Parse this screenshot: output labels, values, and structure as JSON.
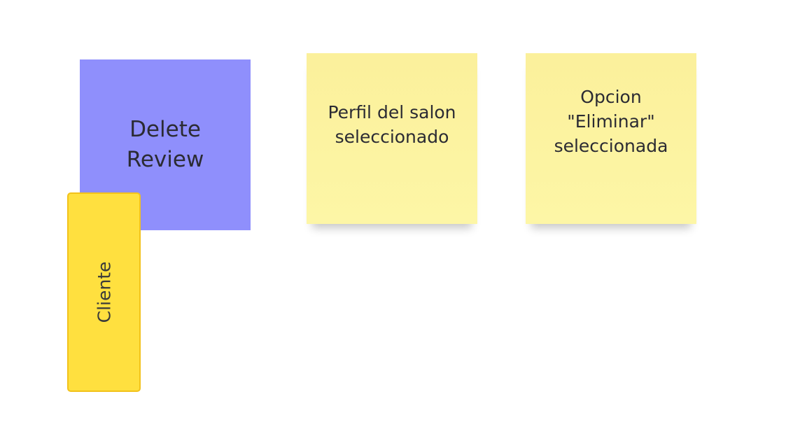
{
  "board": {
    "stickies": [
      {
        "text": "Delete\nReview",
        "color": "#8f8ffc"
      },
      {
        "text": "Perfil del salon\nseleccionado",
        "color": "#fdf5a4"
      },
      {
        "text": "Opcion\n\"Eliminar\"\nseleccionada",
        "color": "#fdf5a4"
      }
    ],
    "actor": {
      "text": "Cliente",
      "color": "#ffe03f",
      "border_color": "#f2c21b"
    }
  }
}
